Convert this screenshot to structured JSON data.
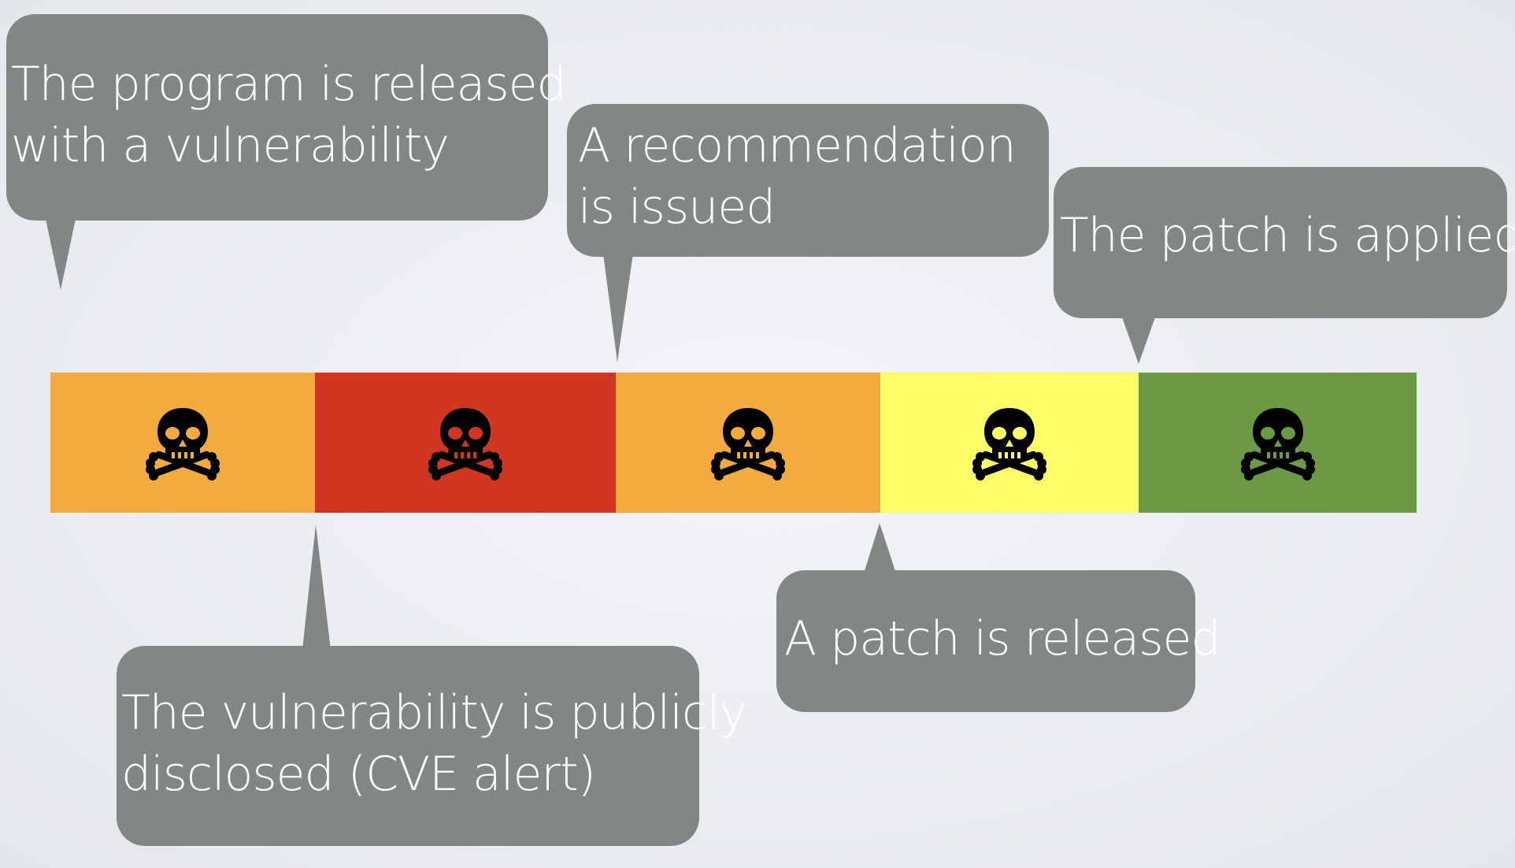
{
  "timeline": {
    "segments": [
      {
        "color": "#f3ab3d",
        "icon": "skull-crossbones-icon",
        "eye_color": "#f3ab3d"
      },
      {
        "color": "#d13720",
        "icon": "skull-crossbones-icon",
        "eye_color": "#d13720"
      },
      {
        "color": "#f3ab3d",
        "icon": "skull-crossbones-icon",
        "eye_color": "#f3ab3d"
      },
      {
        "color": "#fdfd66",
        "icon": "skull-crossbones-icon",
        "eye_color": "#fdfd66"
      },
      {
        "color": "#6e9944",
        "icon": "skull-crossbones-icon",
        "eye_color": "#6e9944"
      }
    ]
  },
  "callouts": {
    "released": {
      "line1": "The program is released",
      "line2": "with a vulnerability"
    },
    "disclosed": {
      "line1": "The vulnerability is publicly",
      "line2": "disclosed (CVE alert)"
    },
    "recommendation": {
      "line1": "A recommendation",
      "line2": "is issued"
    },
    "patch_released": {
      "line1": "A patch is released"
    },
    "patch_applied": {
      "line1": "The patch is applied"
    }
  },
  "colors": {
    "callout_bg": "#818784",
    "callout_text": "#ffffff"
  }
}
